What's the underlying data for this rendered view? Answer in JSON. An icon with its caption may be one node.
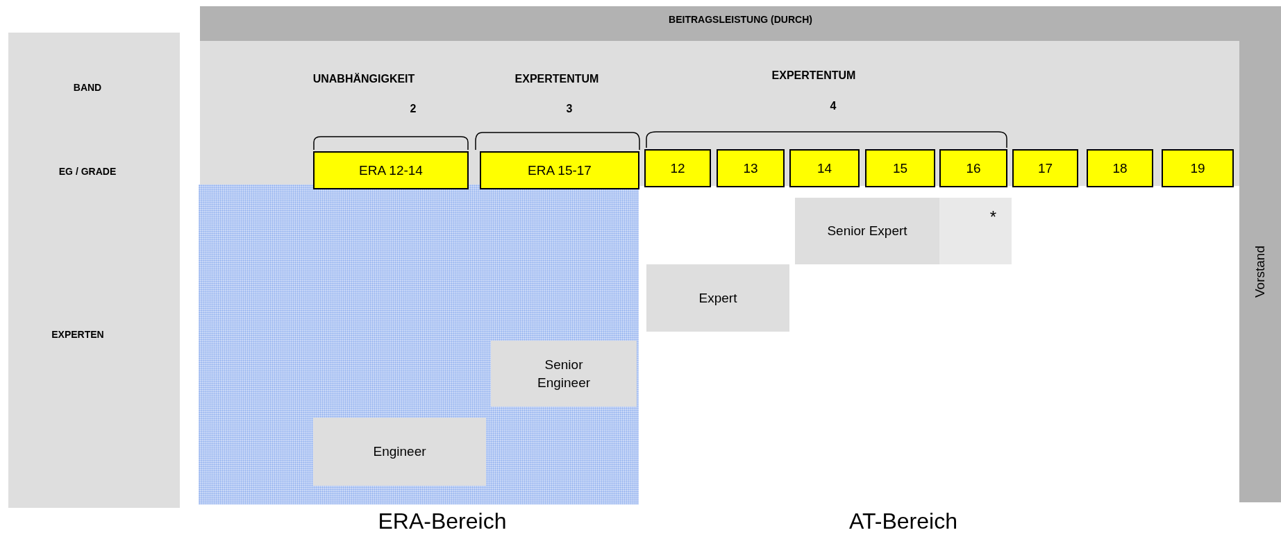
{
  "diagram": {
    "nodes": [
      {
        "text": [
          "BEITRAGSLEISTUNG (DURCH)"
        ]
      },
      {
        "text": [
          "BAND",
          "EG / GRADE",
          "EXPERTEN"
        ]
      },
      {
        "text": [
          "ERA 12-14"
        ]
      },
      {
        "text": [
          "ERA 15-17"
        ]
      },
      {
        "text": [
          "12"
        ]
      },
      {
        "text": [
          "13"
        ]
      },
      {
        "text": [
          "14"
        ]
      },
      {
        "text": [
          "15"
        ]
      },
      {
        "text": [
          "16"
        ]
      },
      {
        "text": [
          "17"
        ]
      },
      {
        "text": [
          "18"
        ]
      },
      {
        "text": [
          "19"
        ]
      },
      {
        "text": [
          "Senior Expert"
        ]
      },
      {
        "text": [
          "*"
        ]
      },
      {
        "text": [
          "Vorstand"
        ]
      },
      {
        "text": [
          "Expert"
        ]
      },
      {
        "text": [],
        "shape": "box"
      },
      {
        "text": [
          "Senior Engineer"
        ],
        "in": 16
      },
      {
        "text": [
          "Engineer"
        ],
        "in": 16
      }
    ],
    "edges": [],
    "labels": [
      "UNABHÄNGIGKEIT",
      "2",
      "EXPERTENTUM",
      "3",
      "EXPERTENTUM",
      "4",
      "ERA-Bereich",
      "AT-Bereich"
    ]
  }
}
